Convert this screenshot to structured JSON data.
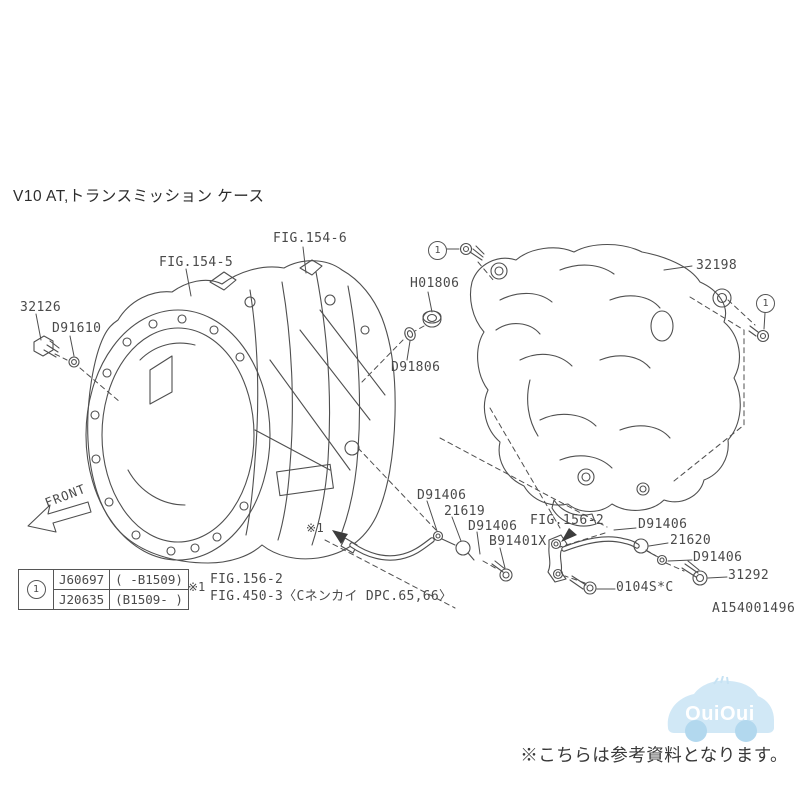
{
  "page": {
    "title": "V10  AT,トランスミッション ケース",
    "footnote": "※こちらは参考資料となります。",
    "doc_number": "A154001496"
  },
  "diagram": {
    "callout_marker": "1",
    "front_arrow_label": "FRONT",
    "ref_marker": "※1",
    "labels": {
      "fig154_5": "FIG.154-5",
      "fig154_6": "FIG.154-6",
      "h01806": "H01806",
      "d91806": "D91806",
      "n32126": "32126",
      "d91610": "D91610",
      "n32198": "32198",
      "d91406": "D91406",
      "n21619": "21619",
      "fig156_2": "FIG.156-2",
      "b91401x": "B91401X",
      "n21620": "21620",
      "n31292": "31292",
      "n0104sc": "0104S*C"
    }
  },
  "legend": {
    "marker": "1",
    "rows": [
      {
        "part_no": "J60697",
        "applicability": "( -B1509)"
      },
      {
        "part_no": "J20635",
        "applicability": "(B1509- )"
      }
    ]
  },
  "notes": {
    "marker": "※1",
    "lines": [
      "FIG.156-2",
      "FIG.450-3〈Cネンカイ DPC.65,66〉"
    ]
  },
  "watermark": {
    "brand": "OuiOui"
  },
  "colors": {
    "line": "#4f4f4f",
    "label_text": "#4a4a4a",
    "watermark_body": "#cfe7f6",
    "watermark_wheel": "#aed6ee"
  }
}
